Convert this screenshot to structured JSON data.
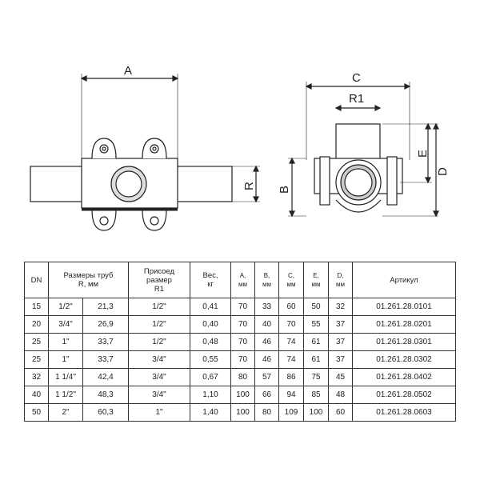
{
  "drawing": {
    "side_view": {
      "label_a": "A",
      "label_r": "R"
    },
    "end_view": {
      "label_c": "C",
      "label_r1": "R1",
      "label_b": "B",
      "label_e": "E",
      "label_d": "D"
    }
  },
  "table": {
    "headers": {
      "dn": "DN",
      "pipe_size_line1": "Размеры труб",
      "pipe_size_line2": "R, мм",
      "connection_line1": "Присоед",
      "connection_line2": "размер",
      "connection_line3": "R1",
      "weight_line1": "Вес,",
      "weight_line2": "кг",
      "a_line1": "A,",
      "a_line2": "мм",
      "b_line1": "B,",
      "b_line2": "мм",
      "c_line1": "C,",
      "c_line2": "мм",
      "e_line1": "E,",
      "e_line2": "мм",
      "d_line1": "D,",
      "d_line2": "мм",
      "article": "Артикул"
    },
    "rows": [
      [
        "15",
        "1/2\"",
        "21,3",
        "1/2\"",
        "0,41",
        "70",
        "33",
        "60",
        "50",
        "32",
        "01.261.28.0101"
      ],
      [
        "20",
        "3/4\"",
        "26,9",
        "1/2\"",
        "0,40",
        "70",
        "40",
        "70",
        "55",
        "37",
        "01.261.28.0201"
      ],
      [
        "25",
        "1\"",
        "33,7",
        "1/2\"",
        "0,48",
        "70",
        "46",
        "74",
        "61",
        "37",
        "01.261.28.0301"
      ],
      [
        "25",
        "1\"",
        "33,7",
        "3/4\"",
        "0,55",
        "70",
        "46",
        "74",
        "61",
        "37",
        "01.261.28.0302"
      ],
      [
        "32",
        "1 1/4\"",
        "42,4",
        "3/4\"",
        "0,67",
        "80",
        "57",
        "86",
        "75",
        "45",
        "01.261.28.0402"
      ],
      [
        "40",
        "1 1/2\"",
        "48,3",
        "3/4\"",
        "1,10",
        "100",
        "66",
        "94",
        "85",
        "48",
        "01.261.28.0502"
      ],
      [
        "50",
        "2\"",
        "60,3",
        "1\"",
        "1,40",
        "100",
        "80",
        "109",
        "100",
        "60",
        "01.261.28.0603"
      ]
    ]
  }
}
